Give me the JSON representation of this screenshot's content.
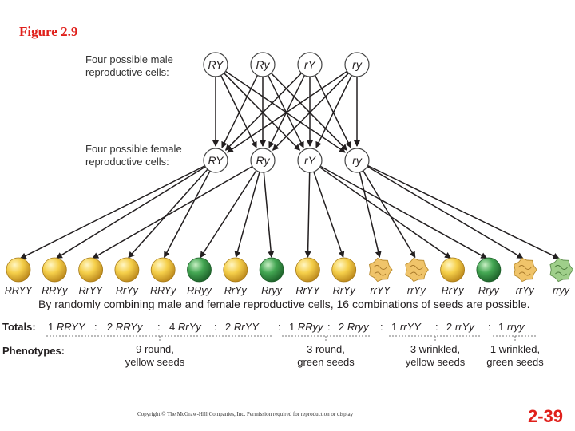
{
  "figure_title": "Figure 2.9",
  "male_caption": [
    "Four possible male",
    "reproductive cells:"
  ],
  "female_caption": [
    "Four possible female",
    "reproductive cells:"
  ],
  "male_cells": [
    "RY",
    "Ry",
    "rY",
    "ry"
  ],
  "female_cells": [
    "RY",
    "Ry",
    "rY",
    "ry"
  ],
  "seeds": [
    {
      "genotype": "RRYY",
      "color": "yellow",
      "shape": "round"
    },
    {
      "genotype": "RRYy",
      "color": "yellow",
      "shape": "round"
    },
    {
      "genotype": "RrYY",
      "color": "yellow",
      "shape": "round"
    },
    {
      "genotype": "RrYy",
      "color": "yellow",
      "shape": "round"
    },
    {
      "genotype": "RRYy",
      "color": "yellow",
      "shape": "round"
    },
    {
      "genotype": "RRyy",
      "color": "green",
      "shape": "round"
    },
    {
      "genotype": "RrYy",
      "color": "yellow",
      "shape": "round"
    },
    {
      "genotype": "Rryy",
      "color": "green",
      "shape": "round"
    },
    {
      "genotype": "RrYY",
      "color": "yellow",
      "shape": "round"
    },
    {
      "genotype": "RrYy",
      "color": "yellow",
      "shape": "round"
    },
    {
      "genotype": "rrYY",
      "color": "yellow",
      "shape": "wrinkled"
    },
    {
      "genotype": "rrYy",
      "color": "yellow",
      "shape": "wrinkled"
    },
    {
      "genotype": "RrYy",
      "color": "yellow",
      "shape": "round"
    },
    {
      "genotype": "Rryy",
      "color": "green",
      "shape": "round"
    },
    {
      "genotype": "rrYy",
      "color": "yellow",
      "shape": "wrinkled"
    },
    {
      "genotype": "rryy",
      "color": "green",
      "shape": "wrinkled"
    }
  ],
  "statement": "By randomly combining male and female reproductive cells, 16 combinations of seeds are possible.",
  "totals_label": "Totals:",
  "totals": [
    {
      "count": "1",
      "genotype": "RRYY"
    },
    {
      "count": "2",
      "genotype": "RRYy"
    },
    {
      "count": "4",
      "genotype": "RrYy"
    },
    {
      "count": "2",
      "genotype": "RrYY"
    },
    {
      "count": "1",
      "genotype": "RRyy"
    },
    {
      "count": "2",
      "genotype": "Rryy"
    },
    {
      "count": "1",
      "genotype": "rrYY"
    },
    {
      "count": "2",
      "genotype": "rrYy"
    },
    {
      "count": "1",
      "genotype": "rryy"
    }
  ],
  "separators": [
    ":",
    ":",
    ":",
    ":",
    ":",
    ":",
    ":",
    ":"
  ],
  "phenotypes_label": "Phenotypes:",
  "phenotypes": [
    {
      "line1": "9 round,",
      "line2": "yellow seeds"
    },
    {
      "line1": "3 round,",
      "line2": "green seeds"
    },
    {
      "line1": "3 wrinkled,",
      "line2": "yellow seeds"
    },
    {
      "line1": "1 wrinkled,",
      "line2": "green seeds"
    }
  ],
  "copyright": "Copyright © The McGraw-Hill Companies, Inc. Permission required for reproduction or display",
  "slide_number": "2-39",
  "colors": {
    "title_red": "#e0201b",
    "yellow_seed": "#f2c53d",
    "green_seed": "#3aa04a",
    "wrinkled_yellow": "#f0c46a",
    "wrinkled_green": "#9fcf8a"
  }
}
